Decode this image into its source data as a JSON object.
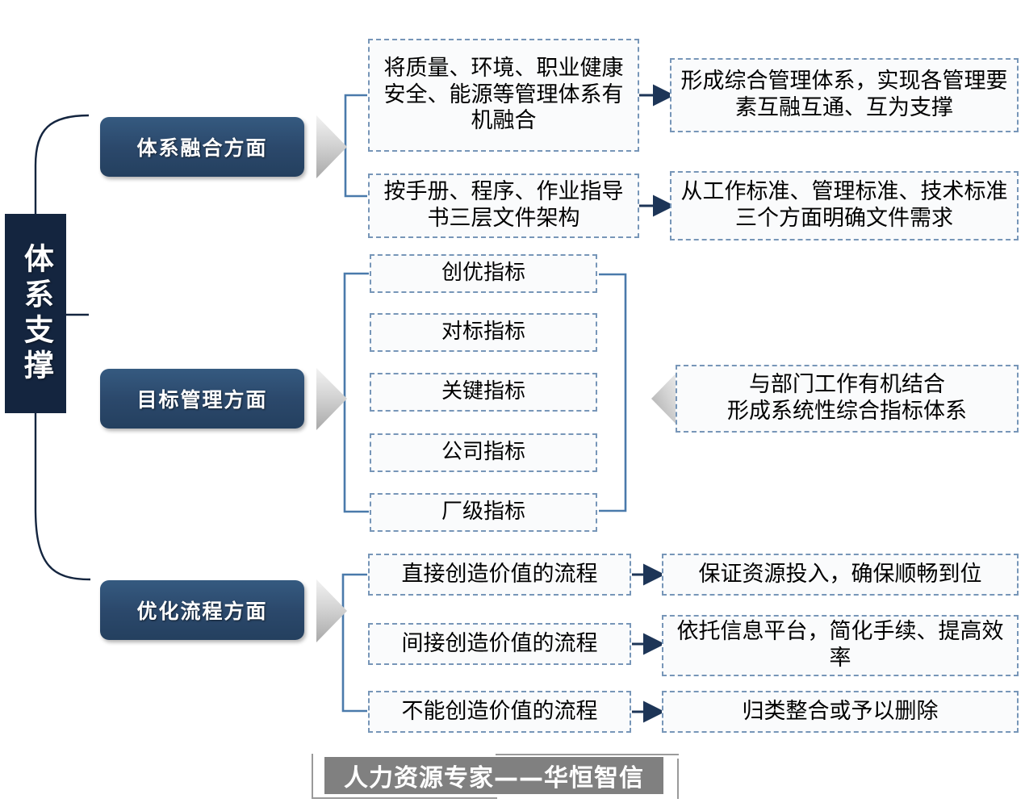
{
  "diagram": {
    "spine": {
      "label": "体系支撑"
    },
    "branches": [
      {
        "id": "system-integration",
        "pill_label": "体系融合方面",
        "rows": [
          {
            "left": "将质量、环境、职业健康安全、能源等管理体系有机融合",
            "right": "形成综合管理体系，实现各管理要素互融互通、互为支撑",
            "arrow": "right-arrow"
          },
          {
            "left": "按手册、程序、作业指导书三层文件架构",
            "right": "从工作标准、管理标准、技术标准三个方面明确文件需求",
            "arrow": "right-arrow"
          }
        ]
      },
      {
        "id": "objective-management",
        "pill_label": "目标管理方面",
        "items": [
          "创优指标",
          "对标指标",
          "关键指标",
          "公司指标",
          "厂级指标"
        ],
        "summary": "与部门工作有机结合\n形成系统性综合指标体系",
        "summary_line1": "与部门工作有机结合",
        "summary_line2": "形成系统性综合指标体系"
      },
      {
        "id": "process-optimization",
        "pill_label": "优化流程方面",
        "rows": [
          {
            "left": "直接创造价值的流程",
            "right": "保证资源投入，确保顺畅到位",
            "arrow": "right-arrow"
          },
          {
            "left": "间接创造价值的流程",
            "right": "依托信息平台，简化手续、提高效率",
            "arrow": "right-arrow"
          },
          {
            "left": "不能创造价值的流程",
            "right": "归类整合或予以删除",
            "arrow": "right-arrow"
          }
        ]
      }
    ],
    "footer": {
      "text": "人力资源专家——华恒智信"
    },
    "colors": {
      "spine_navy": "#14253f",
      "pill_blue": "#2b486b",
      "dashed_border": "#7796b8",
      "connector_blue": "#4a7aab",
      "arrow_navy": "#1d3557",
      "chevron_grey": "#cfcfcf",
      "footer_grey": "#808080",
      "background": "#ffffff"
    }
  }
}
